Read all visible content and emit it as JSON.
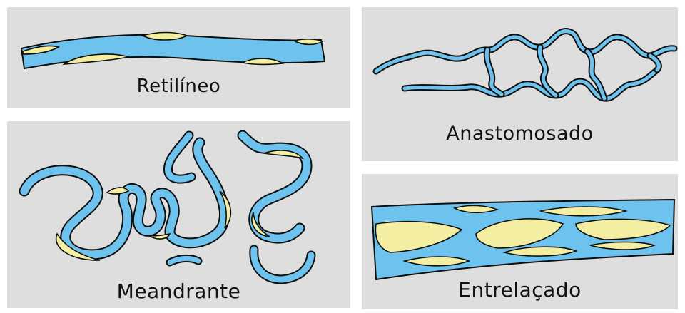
{
  "colors": {
    "panel_background": "#dedede",
    "water": "#6ec3ee",
    "sediment": "#f3eea2",
    "outline": "#0d0d0d"
  },
  "panels": {
    "straight": {
      "label": "Retilíneo"
    },
    "meandering": {
      "label": "Meandrante"
    },
    "anastomosing": {
      "label": "Anastomosado"
    },
    "braided": {
      "label": "Entrelaçado"
    }
  }
}
